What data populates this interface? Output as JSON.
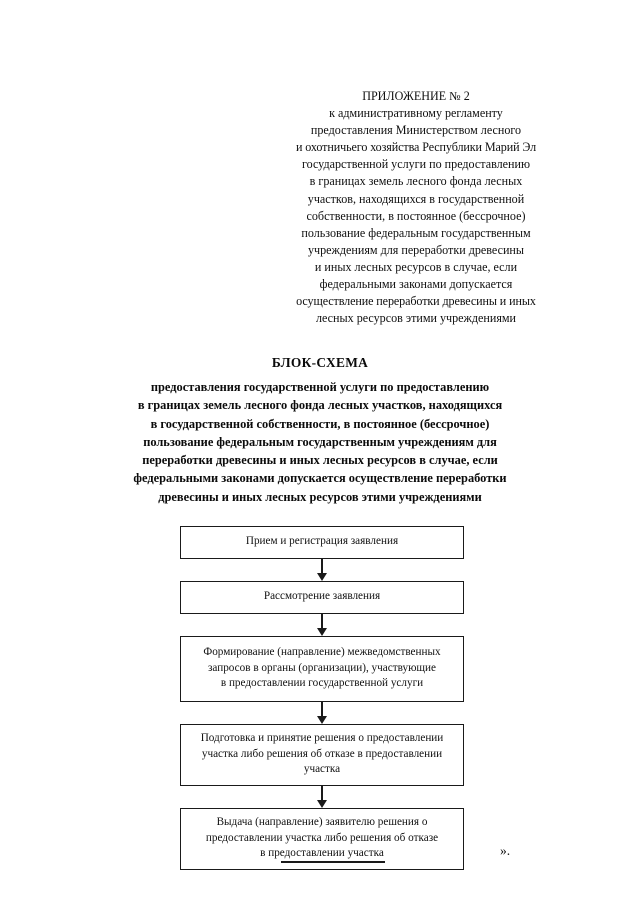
{
  "document": {
    "background_color": "#ffffff",
    "text_color": "#111111",
    "line_color": "#1a1a1a"
  },
  "header_note": {
    "lines": [
      "ПРИЛОЖЕНИЕ № 2",
      "к административному регламенту",
      "предоставления Министерством лесного",
      "и охотничьего хозяйства Республики Марий Эл",
      "государственной услуги по предоставлению",
      "в границах земель лесного фонда лесных",
      "участков, находящихся в государственной",
      "собственности, в постоянное (бессрочное)",
      "пользование федеральным государственным",
      "учреждениям для переработки древесины",
      "и иных лесных ресурсов в случае, если",
      "федеральными законами допускается",
      "осуществление переработки древесины и иных",
      "лесных ресурсов этими учреждениями"
    ]
  },
  "title": {
    "text": "БЛОК-СХЕМА"
  },
  "subtitle": {
    "lines": [
      "предоставления государственной услуги по предоставлению",
      "в границах земель лесного фонда лесных участков, находящихся",
      "в государственной собственности, в постоянное (бессрочное)",
      "пользование федеральным государственным учреждениям для",
      "переработки древесины и иных лесных ресурсов в случае, если",
      "федеральными законами допускается осуществление переработки",
      "древесины и иных лесных ресурсов этими учреждениями"
    ]
  },
  "flowchart": {
    "type": "vertical-process-flow",
    "connector_count": 4,
    "steps": [
      {
        "id": 1,
        "lines": [
          "Прием и регистрация заявления"
        ]
      },
      {
        "id": 2,
        "lines": [
          "Рассмотрение заявления"
        ]
      },
      {
        "id": 3,
        "lines": [
          "Формирование (направление) межведомственных",
          "запросов в органы (организации), участвующие",
          "в предоставлении государственной услуги"
        ]
      },
      {
        "id": 4,
        "lines": [
          "Подготовка и принятие решения о предоставлении",
          "участка либо решения об отказе в предоставлении",
          "участка"
        ]
      },
      {
        "id": 5,
        "lines": [
          "Выдача (направление) заявителю решения о",
          "предоставлении участка либо решения об отказе",
          "в предоставлении участка"
        ]
      }
    ]
  },
  "closing_mark": {
    "text": "»."
  }
}
